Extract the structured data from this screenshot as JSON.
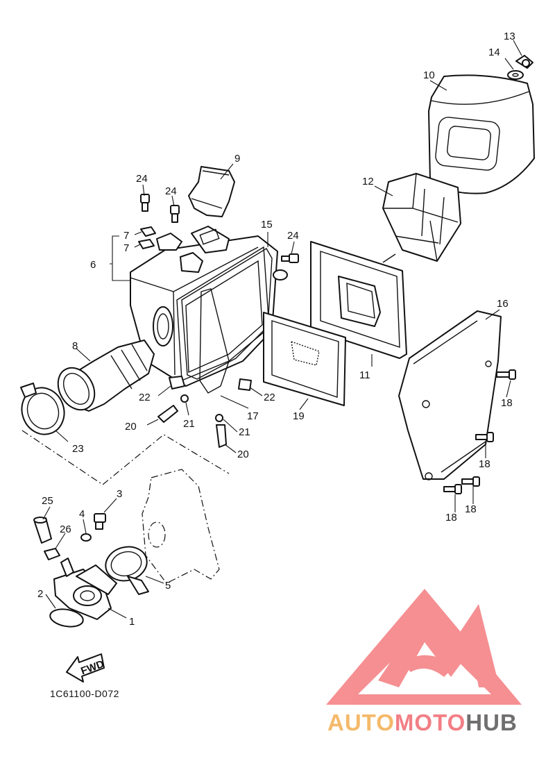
{
  "diagram": {
    "code": "1C61100-D072",
    "fwd_label": "FWD",
    "callouts": [
      {
        "id": "c13",
        "text": "13"
      },
      {
        "id": "c14",
        "text": "14"
      },
      {
        "id": "c10",
        "text": "10"
      },
      {
        "id": "c9",
        "text": "9"
      },
      {
        "id": "c12",
        "text": "12"
      },
      {
        "id": "c24a",
        "text": "24"
      },
      {
        "id": "c24b",
        "text": "24"
      },
      {
        "id": "c15",
        "text": "15"
      },
      {
        "id": "c24c",
        "text": "24"
      },
      {
        "id": "c7a",
        "text": "7"
      },
      {
        "id": "c7b",
        "text": "7"
      },
      {
        "id": "c6",
        "text": "6"
      },
      {
        "id": "c16",
        "text": "16"
      },
      {
        "id": "c8",
        "text": "8"
      },
      {
        "id": "c11",
        "text": "11"
      },
      {
        "id": "c18a",
        "text": "18"
      },
      {
        "id": "c22a",
        "text": "22"
      },
      {
        "id": "c22b",
        "text": "22"
      },
      {
        "id": "c17",
        "text": "17"
      },
      {
        "id": "c19",
        "text": "19"
      },
      {
        "id": "c20a",
        "text": "20"
      },
      {
        "id": "c21a",
        "text": "21"
      },
      {
        "id": "c21b",
        "text": "21"
      },
      {
        "id": "c18b",
        "text": "18"
      },
      {
        "id": "c23",
        "text": "23"
      },
      {
        "id": "c20b",
        "text": "20"
      },
      {
        "id": "c25",
        "text": "25"
      },
      {
        "id": "c3",
        "text": "3"
      },
      {
        "id": "c4",
        "text": "4"
      },
      {
        "id": "c26",
        "text": "26"
      },
      {
        "id": "c18c",
        "text": "18"
      },
      {
        "id": "c18d",
        "text": "18"
      },
      {
        "id": "c5",
        "text": "5"
      },
      {
        "id": "c2",
        "text": "2"
      },
      {
        "id": "c1",
        "text": "1"
      }
    ]
  },
  "watermark": {
    "brand_part1": "AUTO",
    "brand_part2": "MOTO",
    "brand_part3": "HUB",
    "colors": {
      "logo": "#f47c80",
      "auto": "#f4b96a",
      "moto": "#f27f86",
      "hub": "#6f6f6f"
    }
  }
}
